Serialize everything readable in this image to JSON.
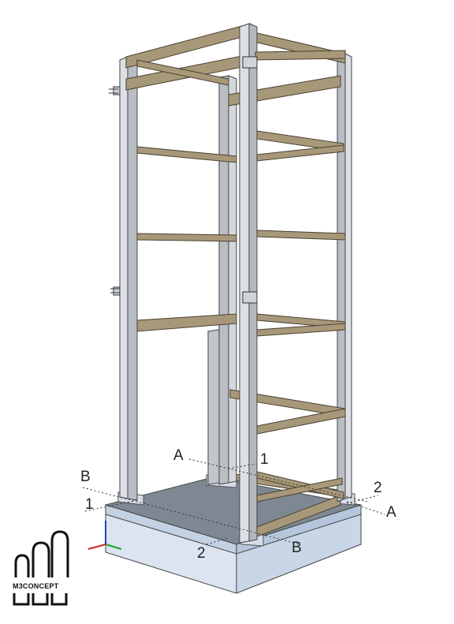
{
  "axes": {
    "a_top": "A",
    "a_right": "A",
    "b_left": "B",
    "b_bottom": "B",
    "one_left": "1",
    "one_top": "1",
    "two_right": "2",
    "two_bottom": "2"
  },
  "logo": {
    "text": "M3CONCEPT"
  },
  "colors": {
    "column": "#c9cdd2",
    "beam": "#a8987a",
    "slab_top": "#7f8a94",
    "slab_side": "#c5d3e6",
    "plinth": "#d7e1ef"
  }
}
